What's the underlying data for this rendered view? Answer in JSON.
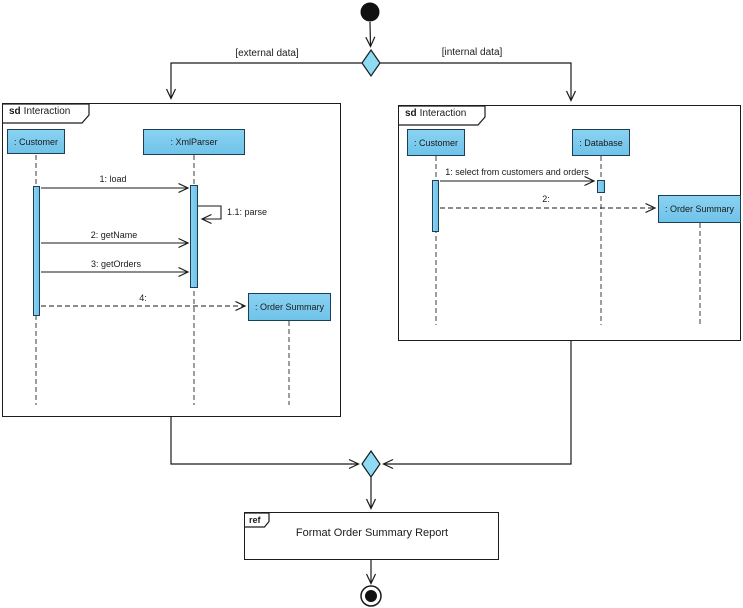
{
  "branches": {
    "left_guard": "[external data]",
    "right_guard": "[internal data]"
  },
  "frame_left": {
    "tag": "sd",
    "title": "Interaction",
    "lifelines": {
      "customer": ": Customer",
      "xml_parser": ": XmlParser",
      "order_summary": ": Order Summary"
    },
    "messages": {
      "m1": "1: load",
      "m1_1": "1.1: parse",
      "m2": "2: getName",
      "m3": "3: getOrders",
      "m4": "4:"
    }
  },
  "frame_right": {
    "tag": "sd",
    "title": "Interaction",
    "lifelines": {
      "customer": ": Customer",
      "database": ": Database",
      "order_summary": ": Order Summary"
    },
    "messages": {
      "m1": "1: select from customers and orders",
      "m2": "2:"
    }
  },
  "ref_frame": {
    "tag": "ref",
    "label": "Format Order Summary Report"
  },
  "colors": {
    "node_fill": "#79c8eb",
    "diamond_fill": "#8edbf5",
    "line": "#1a1a1a"
  }
}
